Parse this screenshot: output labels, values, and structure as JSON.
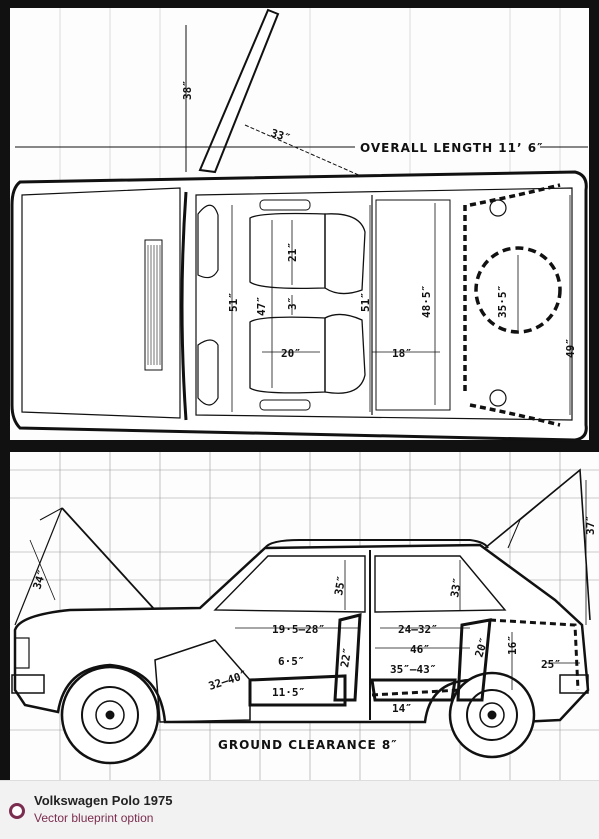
{
  "caption": {
    "title": "Volkswagen Polo 1975",
    "subtitle": "Vector blueprint option",
    "icon": "circle-marker-icon",
    "accent_color": "#7b2d4f"
  },
  "top_view": {
    "overall_length": "OVERALL LENGTH 11’ 6″",
    "hatch_angle_height": "38″",
    "hatch_offset": "33″",
    "dims": {
      "front_width": "51″",
      "front_seat_depth": "21″",
      "seat_gap": "3″",
      "shoulder": "47″",
      "seat_width": "20″",
      "rear_width": "51″",
      "legroom": "18″",
      "rear_seat": "48·5″",
      "spare_wheel": "35·5″",
      "boot_width": "49″"
    }
  },
  "side_view": {
    "ground_clearance": "GROUND CLEARANCE 8″",
    "dims": {
      "bonnet": "34″",
      "tailgate": "37″",
      "front_headroom": "35″",
      "rear_headroom": "33″",
      "front_legroom": "19·5–28″",
      "rear_legroom": "24–32″",
      "cabin_length": "46″",
      "seat_height": "6·5″",
      "pedal_reach": "32–40″",
      "seat_back": "22″",
      "rear_seat_range": "35″–43″",
      "boot_height": "20″",
      "boot_depth": "16″",
      "boot_length": "25″",
      "cushion": "11·5″",
      "rear_cushion": "14″"
    }
  }
}
